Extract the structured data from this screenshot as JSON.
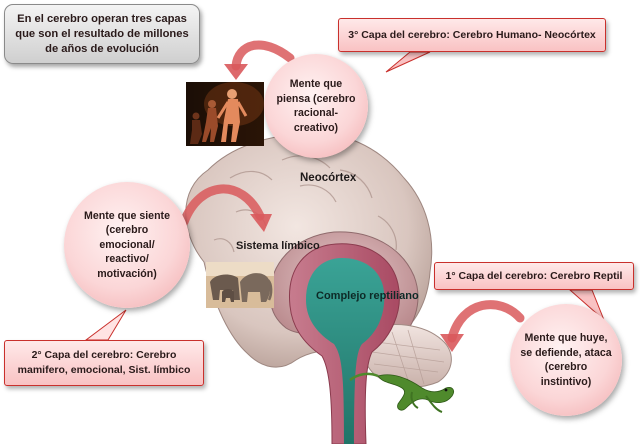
{
  "intro": {
    "text": "En el cerebro operan tres capas que son el resultado de millones de años de evolución"
  },
  "layer3": {
    "callout": "3° Capa del cerebro: Cerebro Humano- Neocórtex",
    "bubble": "Mente que piensa (cerebro racional-creativo)"
  },
  "layer2": {
    "callout": "2° Capa del cerebro: Cerebro mamifero, emocional, Sist. límbico",
    "bubble": "Mente que siente (cerebro emocional/ reactivo/ motivación)"
  },
  "layer1": {
    "callout": "1° Capa del cerebro: Cerebro Reptil",
    "bubble": "Mente que huye, se defiende, ataca (cerebro instintivo)"
  },
  "brain": {
    "neocortex": "Neocórtex",
    "limbic": "Sistema límbico",
    "reptilian": "Complejo reptiliano"
  },
  "colors": {
    "callout_border": "#c9302c",
    "callout_fill": "#f9c2c3",
    "arrow": "#d9595c",
    "cortex": "#d8c4bd",
    "limbic": "#c9a7a9",
    "reptilian": "#2f8f84"
  },
  "icons": [
    "evolution-image",
    "elephants-image",
    "lizard-image"
  ]
}
